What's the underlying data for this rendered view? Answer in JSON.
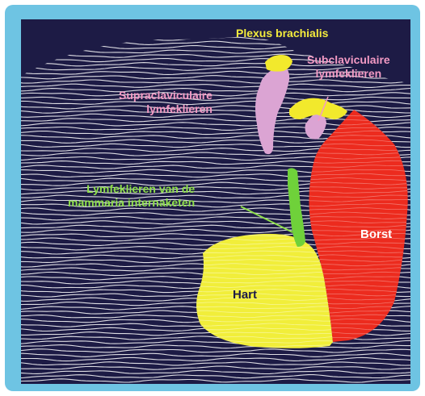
{
  "labels": {
    "plexus": "Plexus brachialis",
    "subclav_1": "Subclaviculaire",
    "subclav_2": "lymfeklieren",
    "supraclav_1": "Supraclaviculaire",
    "supraclav_2": "lymfeklieren",
    "mammaria_1": "Lymfeklieren van de",
    "mammaria_2": "mammaria internaketen",
    "borst": "Borst",
    "hart": "Hart"
  },
  "colors": {
    "frame": "#6ec4e3",
    "background": "#1d1b45",
    "contour": "#ffffff",
    "heart": "#f1ee3a",
    "breast": "#ec2b1e",
    "supraclavicular": "#dba4d3",
    "plexus": "#f2e92c",
    "internal_mammary": "#6fd13a",
    "label_pink": "#f39ac4",
    "label_yellow": "#f4ec3c",
    "label_green": "#8fe04c"
  }
}
